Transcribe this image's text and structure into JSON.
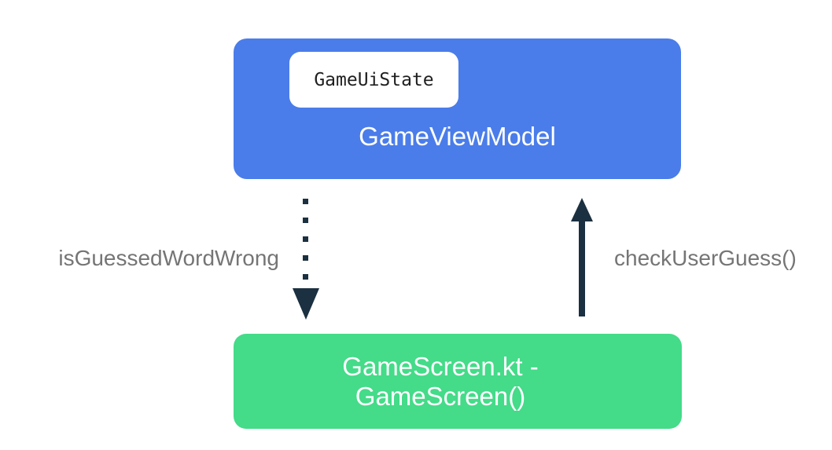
{
  "viewmodel_box": {
    "state_chip_label": "GameUiState",
    "title": "GameViewModel",
    "color": "#4A7DEA",
    "chip_color": "#FFFFFF"
  },
  "screen_box": {
    "title_line1": "GameScreen.kt -",
    "title_line2": "GameScreen()",
    "color": "#44DB89"
  },
  "arrow_down": {
    "label": "isGuessedWordWrong",
    "style": "dotted"
  },
  "arrow_up": {
    "label": "checkUserGuess()",
    "style": "solid"
  },
  "colors": {
    "arrow": "#1B3040",
    "label_text": "#757575",
    "background": "#FFFFFF"
  }
}
